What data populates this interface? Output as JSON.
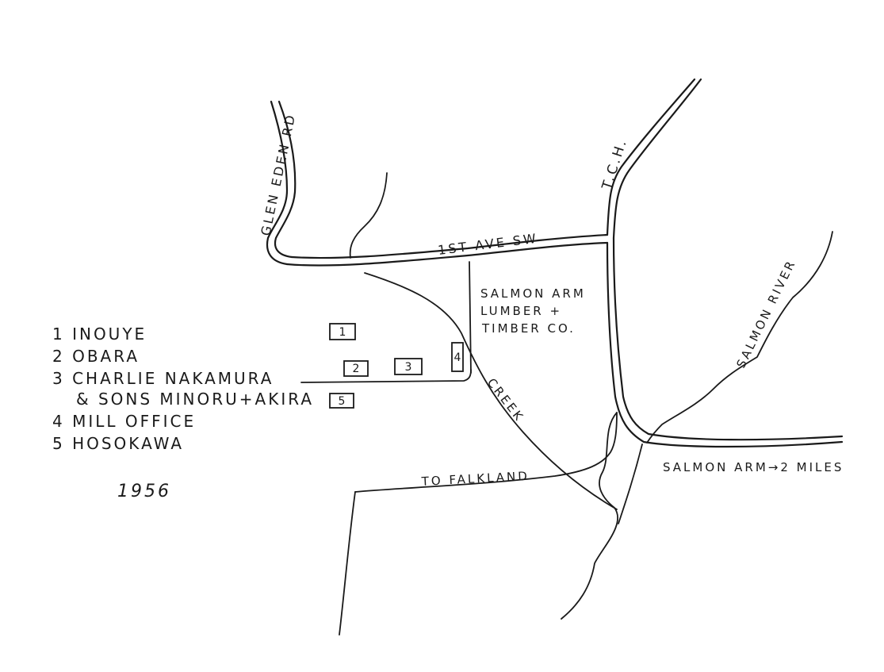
{
  "map": {
    "roads": {
      "glen_eden": "GLEN EDEN RD",
      "first_ave": "1ST AVE SW",
      "tch": "T.C.H.",
      "falkland": "TO FALKLAND",
      "salmon_arm_dist": "SALMON ARM→2 MILES"
    },
    "water": {
      "creek": "CREEK",
      "river": "SALMON RIVER"
    },
    "mill_label": [
      "SALMON ARM",
      "LUMBER +",
      "TIMBER CO."
    ],
    "buildings": [
      {
        "number": "1",
        "name": "INOUYE"
      },
      {
        "number": "2",
        "name": "OBARA"
      },
      {
        "number": "3",
        "name": "CHARLIE NAKAMURA"
      },
      {
        "number": "4",
        "name": "MILL OFFICE"
      },
      {
        "number": "5",
        "name": "HOSOKAWA"
      }
    ],
    "legend": {
      "lines": [
        "1  INOUYE",
        "2  OBARA",
        "3 CHARLIE NAKAMURA",
        "& SONS MINORU+AKIRA",
        "4 MILL OFFICE",
        "5 HOSOKAWA"
      ],
      "year": "1956"
    }
  }
}
